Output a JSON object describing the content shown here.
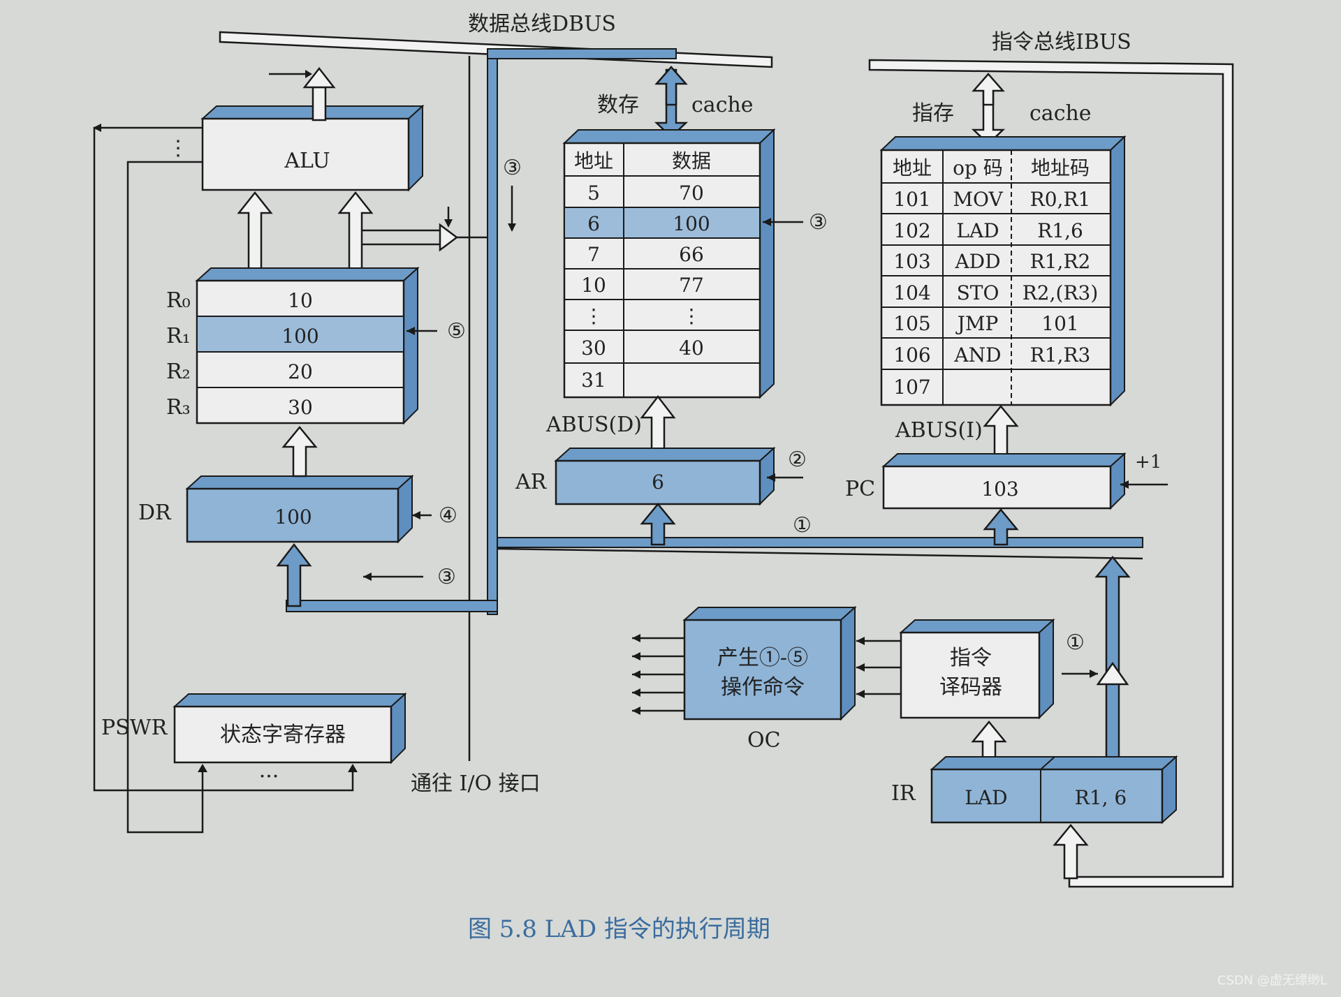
{
  "buses": {
    "dbus": "数据总线DBUS",
    "ibus": "指令总线IBUS",
    "abus_d": "ABUS(D)",
    "abus_i": "ABUS(I)",
    "io": "通往 I/O 接口"
  },
  "alu": {
    "label": "ALU",
    "dots": "⋮"
  },
  "registers": {
    "names": [
      "R₀",
      "R₁",
      "R₂",
      "R₃"
    ],
    "values": [
      "10",
      "100",
      "20",
      "30"
    ]
  },
  "dr": {
    "name": "DR",
    "value": "100"
  },
  "pswr": {
    "name": "PSWR",
    "label": "状态字寄存器",
    "dots": "···"
  },
  "data_memory": {
    "name": "数存",
    "cache": "cache",
    "headers": [
      "地址",
      "数据"
    ],
    "rows": [
      [
        "5",
        "70"
      ],
      [
        "6",
        "100"
      ],
      [
        "7",
        "66"
      ],
      [
        "10",
        "77"
      ],
      [
        "⋮",
        "⋮"
      ],
      [
        "30",
        "40"
      ],
      [
        "31",
        ""
      ]
    ]
  },
  "instr_memory": {
    "name": "指存",
    "cache": "cache",
    "headers": [
      "地址",
      "op 码",
      "地址码"
    ],
    "rows": [
      [
        "101",
        "MOV",
        "R0,R1"
      ],
      [
        "102",
        "LAD",
        "R1,6"
      ],
      [
        "103",
        "ADD",
        "R1,R2"
      ],
      [
        "104",
        "STO",
        "R2,(R3)"
      ],
      [
        "105",
        "JMP",
        "101"
      ],
      [
        "106",
        "AND",
        "R1,R3"
      ],
      [
        "107",
        "",
        ""
      ]
    ]
  },
  "ar": {
    "name": "AR",
    "value": "6"
  },
  "pc": {
    "name": "PC",
    "value": "103",
    "incr": "+1"
  },
  "oc": {
    "name": "OC",
    "line1": "产生①-⑤",
    "line2": "操作命令"
  },
  "decoder": {
    "line1": "指令",
    "line2": "译码器"
  },
  "ir": {
    "name": "IR",
    "op": "LAD",
    "addr": "R1, 6"
  },
  "steps": {
    "s1": "①",
    "s2": "②",
    "s3": "③",
    "s4": "④",
    "s5": "⑤"
  },
  "caption": "图 5.8   LAD 指令的执行周期",
  "watermark": "CSDN @虚无缥缈L",
  "colors": {
    "blue": "#6e9cc8",
    "light_blue": "#9dbcda",
    "caption": "#3b6c9e"
  }
}
